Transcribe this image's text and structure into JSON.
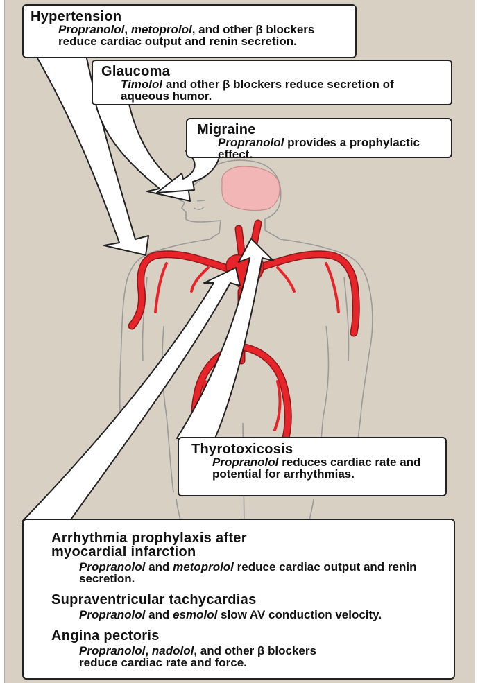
{
  "colors": {
    "background": "#d9d0c4",
    "box_fill": "#ffffff",
    "outline": "#222222",
    "vessel_red": "#e8242b",
    "vessel_dark": "#8a1a1a",
    "brain_pink": "#f2b6b6"
  },
  "callouts": {
    "hypertension": {
      "title": "Hypertension",
      "drug1": "Propranolol",
      "sep1": ", ",
      "drug2": "metoprolol",
      "text": ", and other β blockers reduce cardiac output and renin secretion."
    },
    "glaucoma": {
      "title": "Glaucoma",
      "drug1": "Timolol",
      "text": " and other β blockers reduce secretion of aqueous humor."
    },
    "migraine": {
      "title": "Migraine",
      "drug1": "Propranolol",
      "text": " provides a prophylactic effect."
    },
    "thyrotoxicosis": {
      "title": "Thyrotoxicosis",
      "drug1": "Propranolol",
      "text": " reduces cardiac rate and potential for arrhythmias."
    },
    "arrhythmia": {
      "title": "Arrhythmia prophylaxis after myocardial infarction",
      "drug1": "Propranolol",
      "mid": " and ",
      "drug2": "metoprolol",
      "text": " reduce cardiac output and renin secretion."
    },
    "svt": {
      "title": "Supraventricular tachycardias",
      "drug1": "Propranolol",
      "mid": " and ",
      "drug2": "esmolol",
      "text": " slow AV conduction velocity."
    },
    "angina": {
      "title": "Angina pectoris",
      "drug1": "Propranolol",
      "sep1": ", ",
      "drug2": "nadolol",
      "text": ", and other β blockers reduce cardiac rate and force."
    }
  }
}
